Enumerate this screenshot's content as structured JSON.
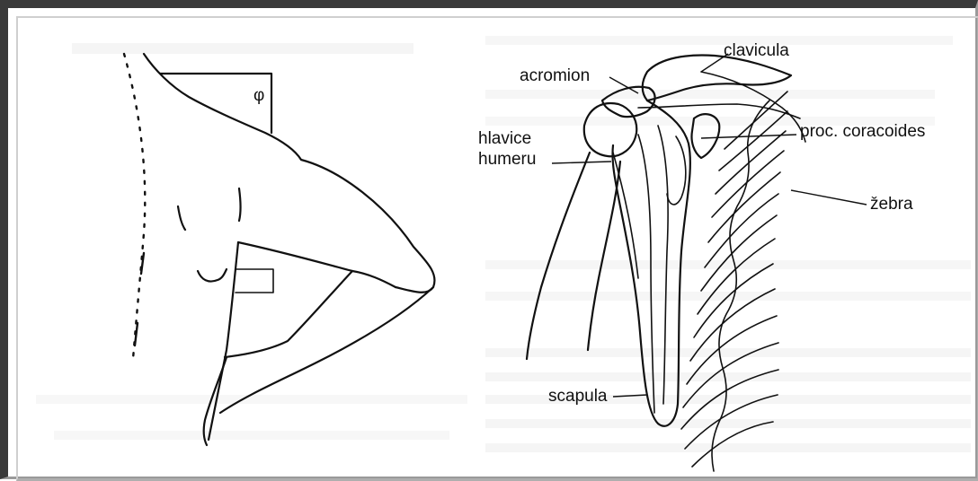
{
  "figure": {
    "right_panel": {
      "labels": {
        "clavicula": "clavicula",
        "acromion": "acromion",
        "hlavice_line1": "hlavice",
        "hlavice_line2": "humeru",
        "coracoides": "proc. coracoides",
        "zebra": "žebra",
        "scapula": "scapula"
      }
    },
    "left_panel": {
      "angle_mark": "φ"
    }
  }
}
